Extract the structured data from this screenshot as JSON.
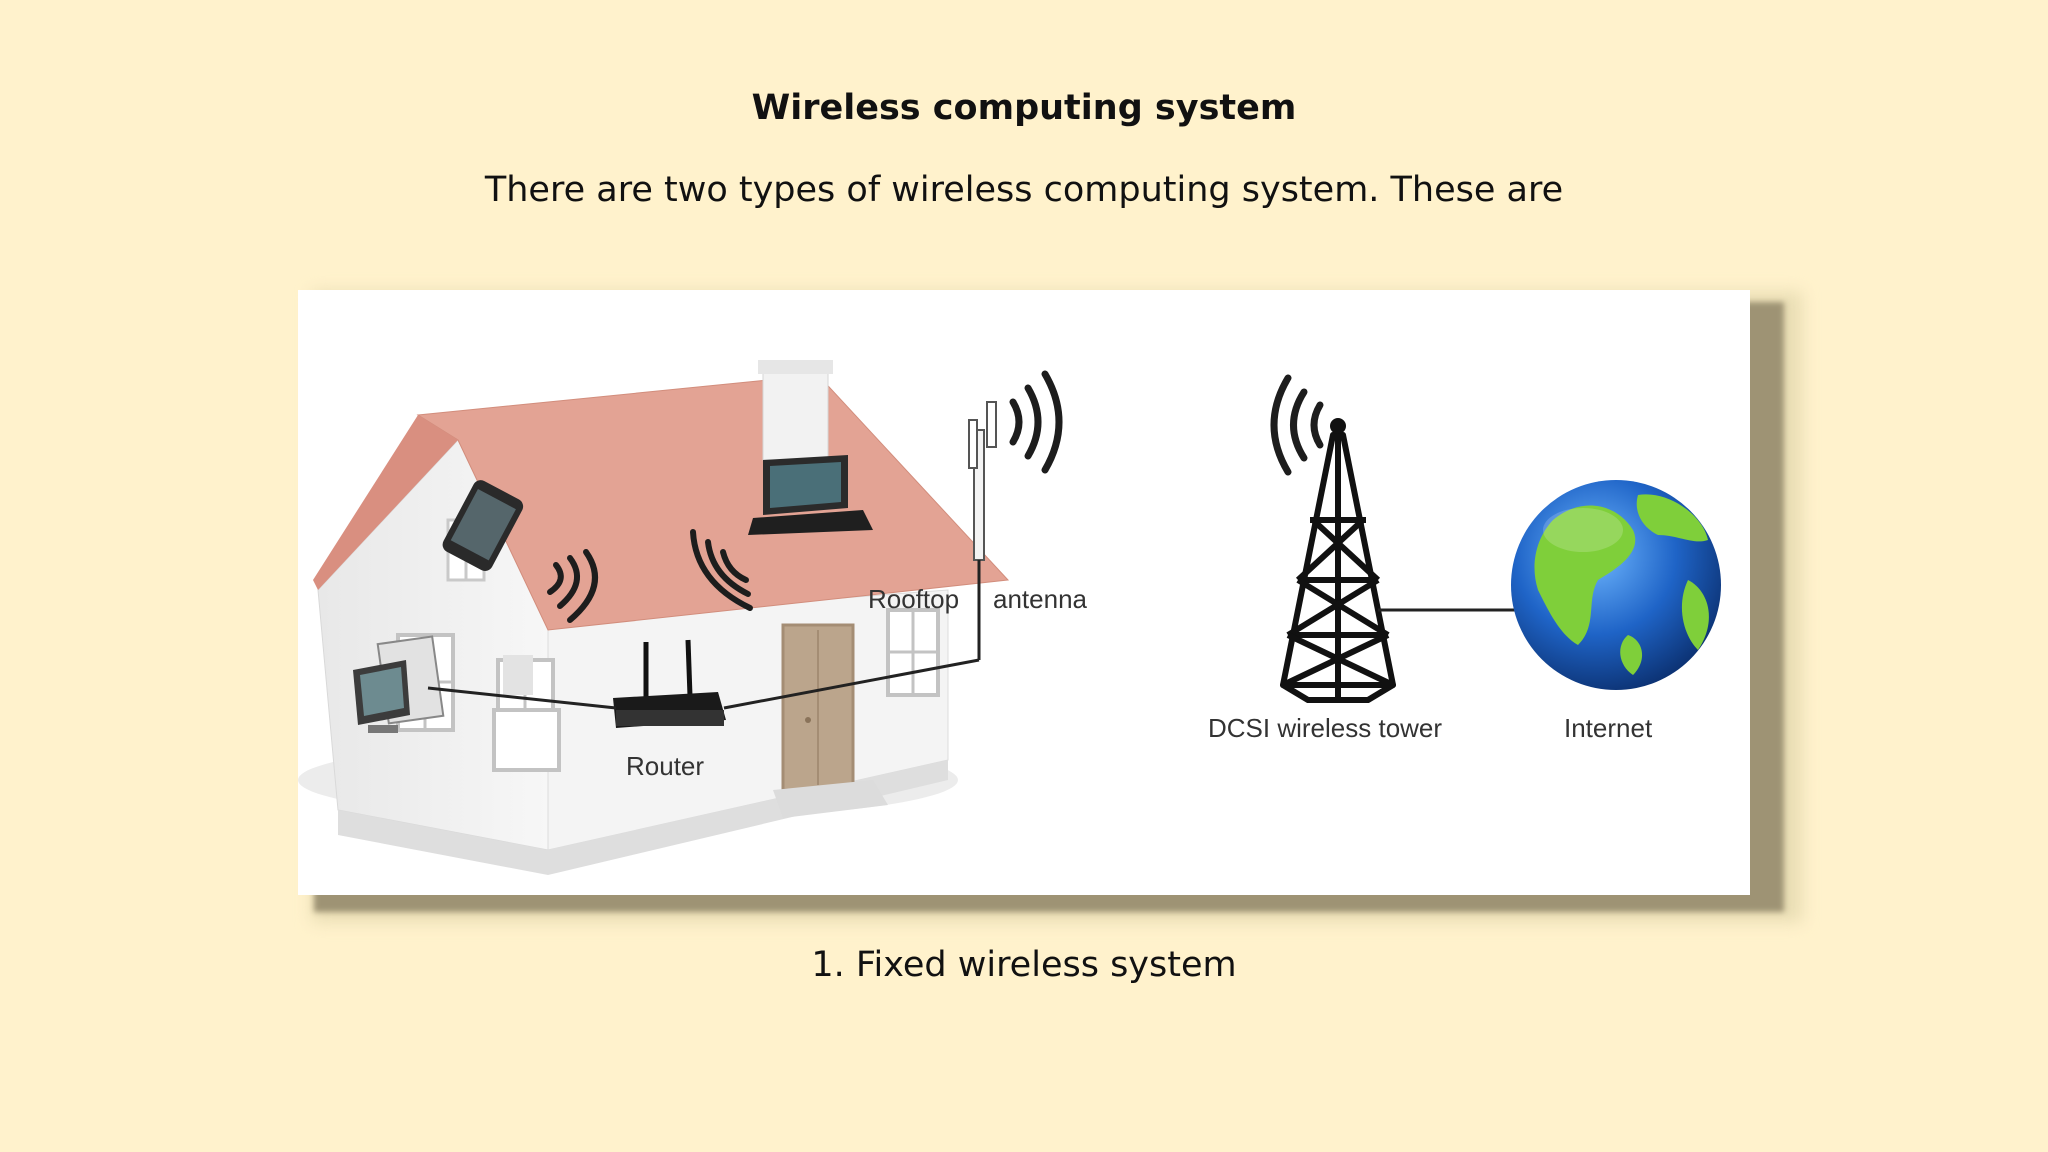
{
  "slide": {
    "title": "Wireless computing system",
    "subtitle": "There are two types of wireless computing system. These are",
    "caption": "1. Fixed wireless system"
  },
  "diagram": {
    "labels": {
      "rooftop": "Rooftop",
      "antenna": "antenna",
      "router": "Router",
      "tower": "DCSI wireless tower",
      "internet": "Internet"
    }
  },
  "colors": {
    "background": "#fff2cc",
    "roof": "#e3a394",
    "globe_ocean": "#1f64c7",
    "globe_land": "#7fcf3a"
  }
}
